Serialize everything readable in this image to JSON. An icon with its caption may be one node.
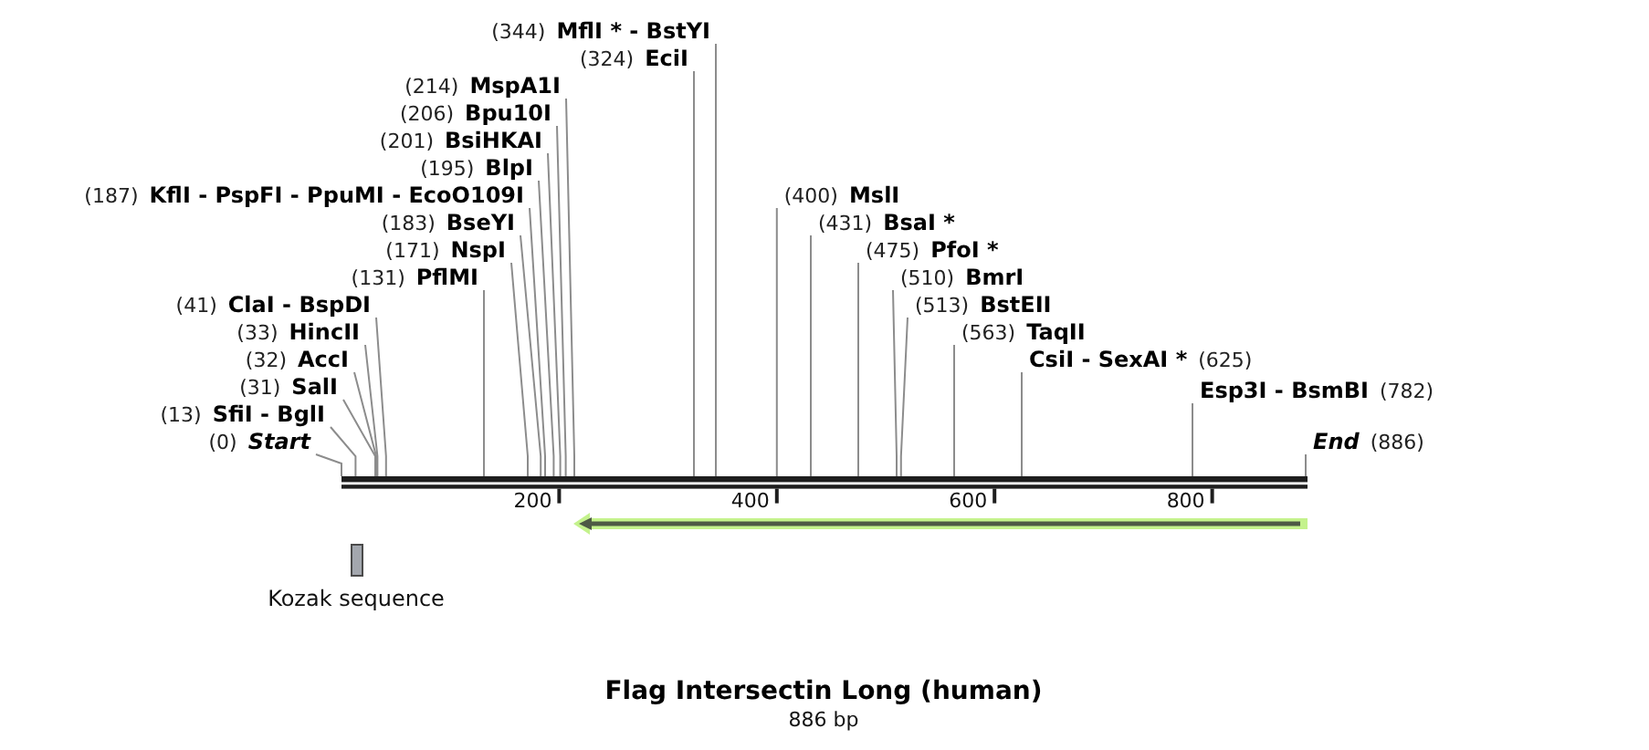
{
  "diagram": {
    "title": "Flag Intersectin Long (human)",
    "caption": "886 bp",
    "nodes": [
      {
        "text": [
          "(344)",
          "MflI * - BstYI"
        ]
      },
      {
        "text": [
          "(324)",
          "EciI"
        ]
      },
      {
        "text": [
          "(214)",
          "MspA1I"
        ]
      },
      {
        "text": [
          "(206)",
          "Bpu10I"
        ]
      },
      {
        "text": [
          "(201)",
          "BsiHKAI"
        ]
      },
      {
        "text": [
          "(195)",
          "BlpI"
        ]
      },
      {
        "text": [
          "(187)",
          "KflI - PspFI - PpuMI - EcoO109I"
        ]
      },
      {
        "text": [
          "(400)",
          "MslI"
        ]
      },
      {
        "text": [
          "(183)",
          "BseYI"
        ]
      },
      {
        "text": [
          "(431)",
          "BsaI *"
        ]
      },
      {
        "text": [
          "(171)",
          "NspI"
        ]
      },
      {
        "text": [
          "(475)",
          "PfoI *"
        ]
      },
      {
        "text": [
          "(131)",
          "PflMI"
        ]
      },
      {
        "text": [
          "(510)",
          "BmrI"
        ]
      },
      {
        "text": [
          "(41)",
          "ClaI - BspDI"
        ]
      },
      {
        "text": [
          "(513)",
          "BstEII"
        ]
      },
      {
        "text": [
          "(33)",
          "HincII"
        ]
      },
      {
        "text": [
          "(563)",
          "TaqII"
        ]
      },
      {
        "text": [
          "(32)",
          "AccI"
        ]
      },
      {
        "text": [
          "CsiI - SexAI *",
          "(625)"
        ]
      },
      {
        "text": [
          "(31)",
          "SalI"
        ]
      },
      {
        "text": [
          "Esp3I - BsmBI",
          "(782)"
        ]
      },
      {
        "text": [
          "(13)",
          "SfiI - BglI"
        ]
      },
      {
        "text": [
          "(0)",
          "Start"
        ]
      },
      {
        "text": [
          "End",
          "(886)"
        ]
      },
      {
        "text": [],
        "shape": "bar"
      },
      {
        "text": [],
        "shape": "arrow"
      },
      {
        "text": [
          "Kozak sequence"
        ]
      }
    ],
    "edges": [
      {
        "from": 0,
        "to": 25,
        "arrow": "none"
      },
      {
        "from": 1,
        "to": 25,
        "arrow": "none"
      },
      {
        "from": 2,
        "to": 25,
        "arrow": "none"
      },
      {
        "from": 3,
        "to": 25,
        "arrow": "none"
      },
      {
        "from": 4,
        "to": 25,
        "arrow": "none"
      },
      {
        "from": 5,
        "to": 25,
        "arrow": "none"
      },
      {
        "from": 6,
        "to": 25,
        "arrow": "none"
      },
      {
        "from": 7,
        "to": 25,
        "arrow": "none"
      },
      {
        "from": 8,
        "to": 25,
        "arrow": "none"
      },
      {
        "from": 9,
        "to": 25,
        "arrow": "none"
      },
      {
        "from": 10,
        "to": 25,
        "arrow": "none"
      },
      {
        "from": 11,
        "to": 25,
        "arrow": "none"
      },
      {
        "from": 12,
        "to": 25,
        "arrow": "none"
      },
      {
        "from": 13,
        "to": 25,
        "arrow": "none"
      },
      {
        "from": 14,
        "to": 25,
        "arrow": "none"
      },
      {
        "from": 15,
        "to": 25,
        "arrow": "none"
      },
      {
        "from": 16,
        "to": 25,
        "arrow": "none"
      },
      {
        "from": 17,
        "to": 25,
        "arrow": "none"
      },
      {
        "from": 18,
        "to": 25,
        "arrow": "none"
      },
      {
        "from": 19,
        "to": 25,
        "arrow": "none"
      },
      {
        "from": 20,
        "to": 25,
        "arrow": "none"
      },
      {
        "from": 21,
        "to": 25,
        "arrow": "none"
      },
      {
        "from": 22,
        "to": 25,
        "arrow": "none"
      },
      {
        "from": 23,
        "to": 25,
        "arrow": "none"
      },
      {
        "from": 24,
        "to": 25,
        "arrow": "none"
      }
    ],
    "labels": [
      "200",
      "400",
      "600",
      "800"
    ]
  }
}
